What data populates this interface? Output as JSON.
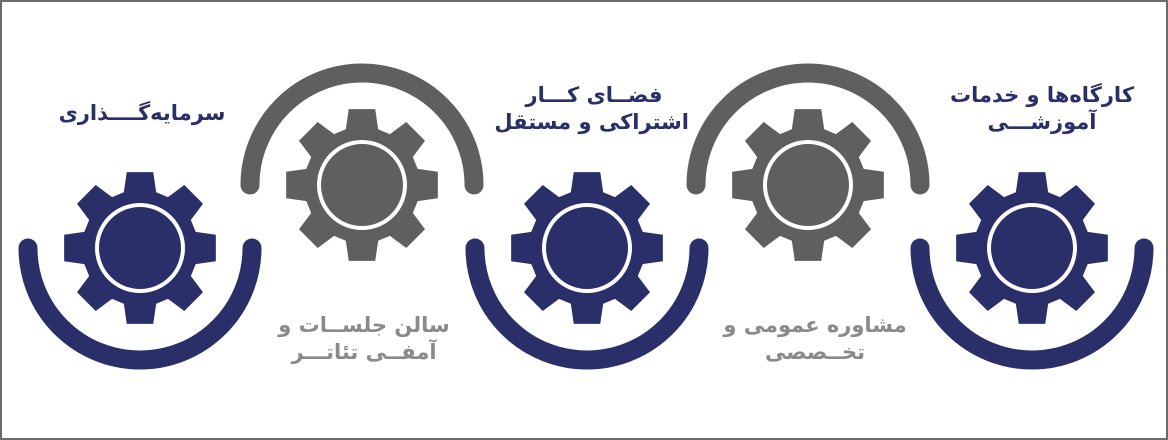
{
  "colors": {
    "navy": "#2a2f6a",
    "gray": "#5f5f5f",
    "gray_text": "#8a8a8a",
    "frame": "#6b6b6b"
  },
  "gears": [
    {
      "color": "navy",
      "arc": "bottom",
      "label_lines": [
        "سرمایه‌گــــذاری"
      ]
    },
    {
      "color": "gray",
      "arc": "top",
      "label_lines": [
        "سالن جلســات و",
        "آمفــی تئاتـــر"
      ]
    },
    {
      "color": "navy",
      "arc": "bottom",
      "label_lines": [
        "فضــای کـــار",
        "اشتراکی و مستقل"
      ]
    },
    {
      "color": "gray",
      "arc": "top",
      "label_lines": [
        "مشاوره عمومی و",
        "تخــصصی"
      ]
    },
    {
      "color": "navy",
      "arc": "bottom",
      "label_lines": [
        "کارگاه‌ها و خدمات",
        "آموزشـــی"
      ]
    }
  ]
}
